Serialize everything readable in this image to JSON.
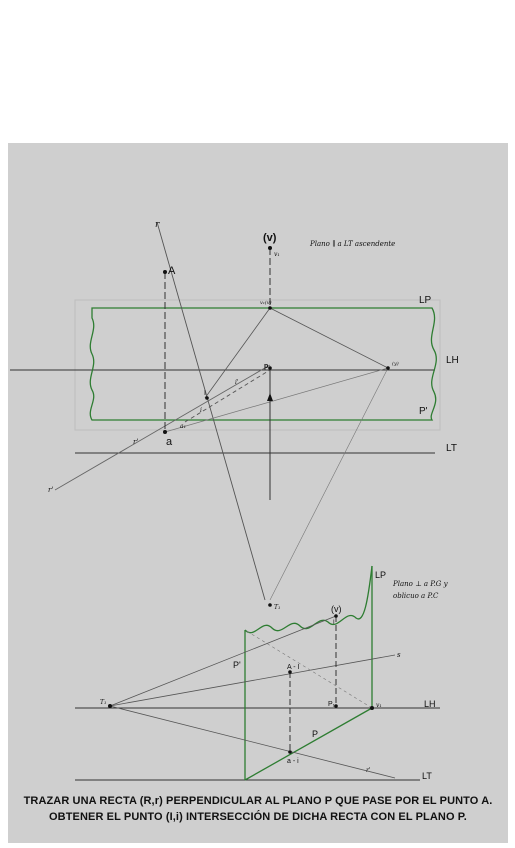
{
  "labels": {
    "r_upper": "r",
    "v_paren": "(v)",
    "v_sub": "v₁",
    "note_top": "Plano ∥ a LT ascendente",
    "A": "A",
    "LP_top": "LP",
    "v1v": "v₁(v)",
    "LH_top": "LH",
    "p": "p",
    "y_right": "(y)",
    "i_upper": "I",
    "i_lower": "i",
    "i_prime": "i'",
    "a_sub": "a₁",
    "P_prime_top": "P'",
    "a": "a",
    "r_prime": "r'",
    "LT_top": "LT",
    "r_far": "r'",
    "LP_bot": "LP",
    "note_bot_1": "Plano ⊥ a P.G y",
    "note_bot_2": "oblicuo a P.C",
    "T1": "T₁",
    "v_bot": "(v)",
    "I_bot": "I",
    "P_prime_bot": "P'",
    "AI": "A - I",
    "s": "s",
    "T1_left": "T₁",
    "P1": "P₁",
    "v1_bot": "v₁",
    "LH_bot": "LH",
    "P_bot": "P",
    "ai": "a - i",
    "r_bot": "r'",
    "LT_bot": "LT"
  },
  "caption": {
    "line1": "TRAZAR UNA RECTA (R,r) PERPENDICULAR AL PLANO P QUE PASE POR EL PUNTO A.",
    "line2": "OBTENER EL PUNTO (I,i) INTERSECCIÓN DE DICHA RECTA CON EL PLANO P."
  },
  "colors": {
    "sheet": "#cfcfcf",
    "plane": "#2e7d32",
    "line": "#333333",
    "construction": "#555555"
  }
}
